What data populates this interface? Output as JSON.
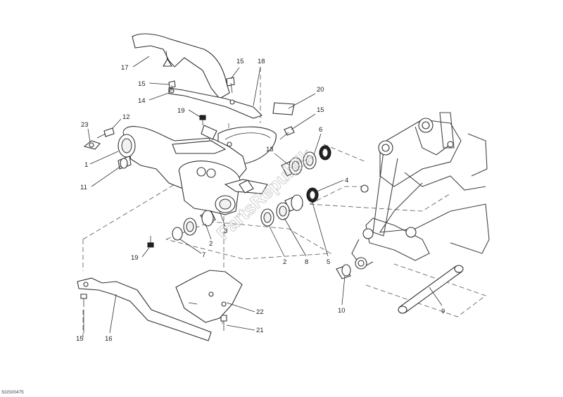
{
  "drawing_code": "SOS00475",
  "watermark": "PartsRepublik",
  "callouts": [
    {
      "id": "c17",
      "text": "17"
    },
    {
      "id": "c15a",
      "text": "15"
    },
    {
      "id": "c18",
      "text": "18"
    },
    {
      "id": "c15b",
      "text": "15"
    },
    {
      "id": "c14",
      "text": "14"
    },
    {
      "id": "c20",
      "text": "20"
    },
    {
      "id": "c19a",
      "text": "19"
    },
    {
      "id": "c15c",
      "text": "15"
    },
    {
      "id": "c12",
      "text": "12"
    },
    {
      "id": "c23",
      "text": "23"
    },
    {
      "id": "c6",
      "text": "6"
    },
    {
      "id": "c13",
      "text": "13"
    },
    {
      "id": "c1",
      "text": "1"
    },
    {
      "id": "c4",
      "text": "4"
    },
    {
      "id": "c11",
      "text": "11"
    },
    {
      "id": "c3",
      "text": "3"
    },
    {
      "id": "c2a",
      "text": "2"
    },
    {
      "id": "c7",
      "text": "7"
    },
    {
      "id": "c19b",
      "text": "19"
    },
    {
      "id": "c2b",
      "text": "2"
    },
    {
      "id": "c8",
      "text": "8"
    },
    {
      "id": "c5",
      "text": "5"
    },
    {
      "id": "c10",
      "text": "10"
    },
    {
      "id": "c9",
      "text": "9"
    },
    {
      "id": "c22",
      "text": "22"
    },
    {
      "id": "c21",
      "text": "21"
    },
    {
      "id": "c15d",
      "text": "15"
    },
    {
      "id": "c16",
      "text": "16"
    }
  ]
}
